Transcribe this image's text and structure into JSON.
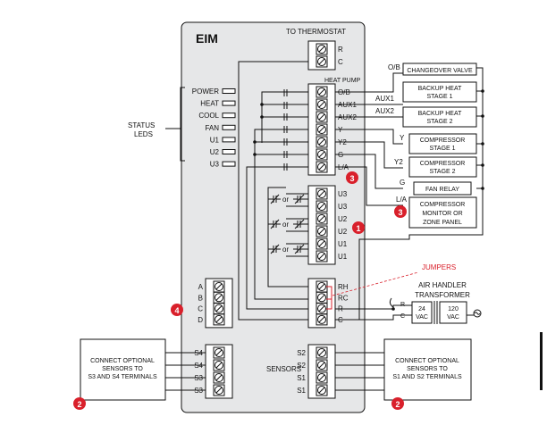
{
  "eim": {
    "title": "EIM",
    "to_thermostat": "TO THERMOSTAT",
    "heat_pump": "HEAT PUMP",
    "sensors": "SENSORS"
  },
  "thermostat_terminals": [
    "R",
    "C"
  ],
  "heatpump_terminals": [
    "O/B",
    "AUX1",
    "AUX2",
    "Y",
    "Y2",
    "G",
    "L/A"
  ],
  "zone_terminals": [
    "U3",
    "U3",
    "U2",
    "U2",
    "U1",
    "U1"
  ],
  "air_terminals": [
    "RH",
    "RC",
    "R",
    "C"
  ],
  "abcd_terminals": [
    "A",
    "B",
    "C",
    "D"
  ],
  "s4s3_terminals": [
    "S4",
    "S4",
    "S3",
    "S3"
  ],
  "s2s1_terminals": [
    "S2",
    "S2",
    "S1",
    "S1"
  ],
  "leds": [
    "POWER",
    "HEAT",
    "COOL",
    "FAN",
    "U1",
    "U2",
    "U3"
  ],
  "status_leds_label": [
    "STATUS",
    "LEDS"
  ],
  "or_label": "or",
  "external": {
    "ob": "O/B",
    "aux1": "AUX1",
    "aux2": "AUX2",
    "y": "Y",
    "y2": "Y2",
    "g": "G",
    "la": "L/A",
    "changeover": "CHANGEOVER VALVE",
    "backup1": [
      "BACKUP HEAT",
      "STAGE 1"
    ],
    "backup2": [
      "BACKUP HEAT",
      "STAGE 2"
    ],
    "comp1": [
      "COMPRESSOR",
      "STAGE 1"
    ],
    "comp2": [
      "COMPRESSOR",
      "STAGE 2"
    ],
    "fan_relay": "FAN RELAY",
    "monitor": [
      "COMPRESSOR",
      "MONITOR OR",
      "ZONE PANEL"
    ]
  },
  "jumpers": "JUMPERS",
  "transformer": {
    "title": [
      "AIR HANDLER",
      "TRANSFORMER"
    ],
    "r": "R",
    "c": "C",
    "v24": [
      "24",
      "VAC"
    ],
    "v120": [
      "120",
      "VAC"
    ]
  },
  "sensor_box_left": [
    "CONNECT OPTIONAL",
    "SENSORS TO",
    "S3 AND S4 TERMINALS"
  ],
  "sensor_box_right": [
    "CONNECT OPTIONAL",
    "SENSORS TO",
    "S1 AND S2 TERMINALS"
  ],
  "callouts": {
    "c1": "1",
    "c2a": "2",
    "c2b": "2",
    "c3a": "3",
    "c3b": "3",
    "c4": "4"
  },
  "colors": {
    "callout": "#d9202b",
    "panel": "#e6e7e8",
    "line": "#111111"
  }
}
